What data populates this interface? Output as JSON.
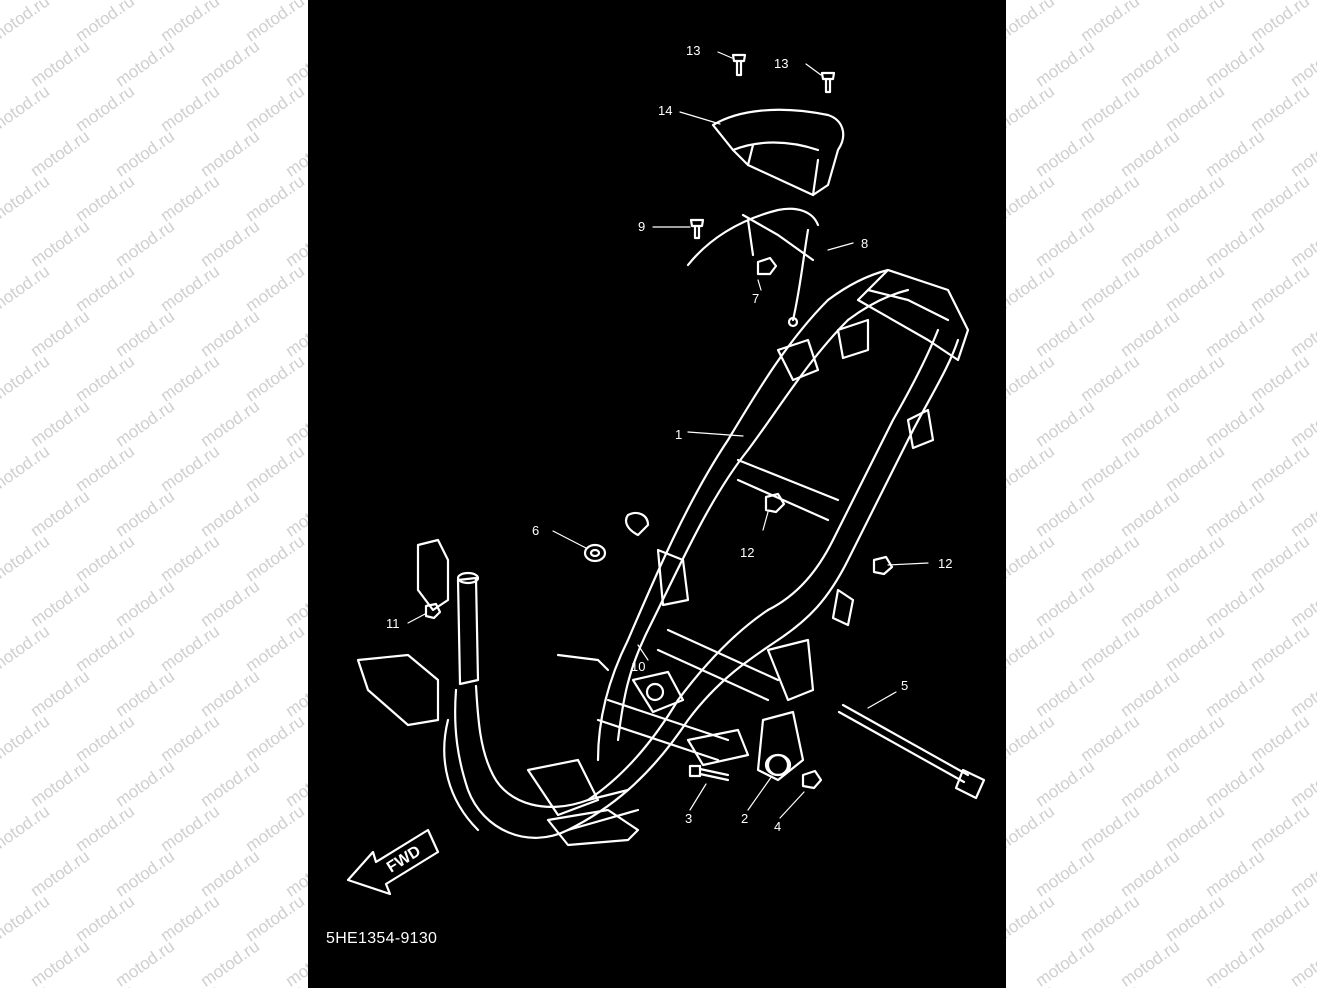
{
  "watermark": "motod.ru",
  "part_code": "5HE1354-9130",
  "fwd_label": "FWD",
  "callouts": [
    {
      "id": "13a",
      "label": "13"
    },
    {
      "id": "13b",
      "label": "13"
    },
    {
      "id": "14",
      "label": "14"
    },
    {
      "id": "9",
      "label": "9"
    },
    {
      "id": "8",
      "label": "8"
    },
    {
      "id": "7",
      "label": "7"
    },
    {
      "id": "1",
      "label": "1"
    },
    {
      "id": "6",
      "label": "6"
    },
    {
      "id": "12a",
      "label": "12"
    },
    {
      "id": "12b",
      "label": "12"
    },
    {
      "id": "11",
      "label": "11"
    },
    {
      "id": "10",
      "label": "10"
    },
    {
      "id": "5",
      "label": "5"
    },
    {
      "id": "3",
      "label": "3"
    },
    {
      "id": "2",
      "label": "2"
    },
    {
      "id": "4",
      "label": "4"
    }
  ],
  "colors": {
    "background": "#000000",
    "line": "#ffffff",
    "watermark": "#cfcfcf"
  }
}
